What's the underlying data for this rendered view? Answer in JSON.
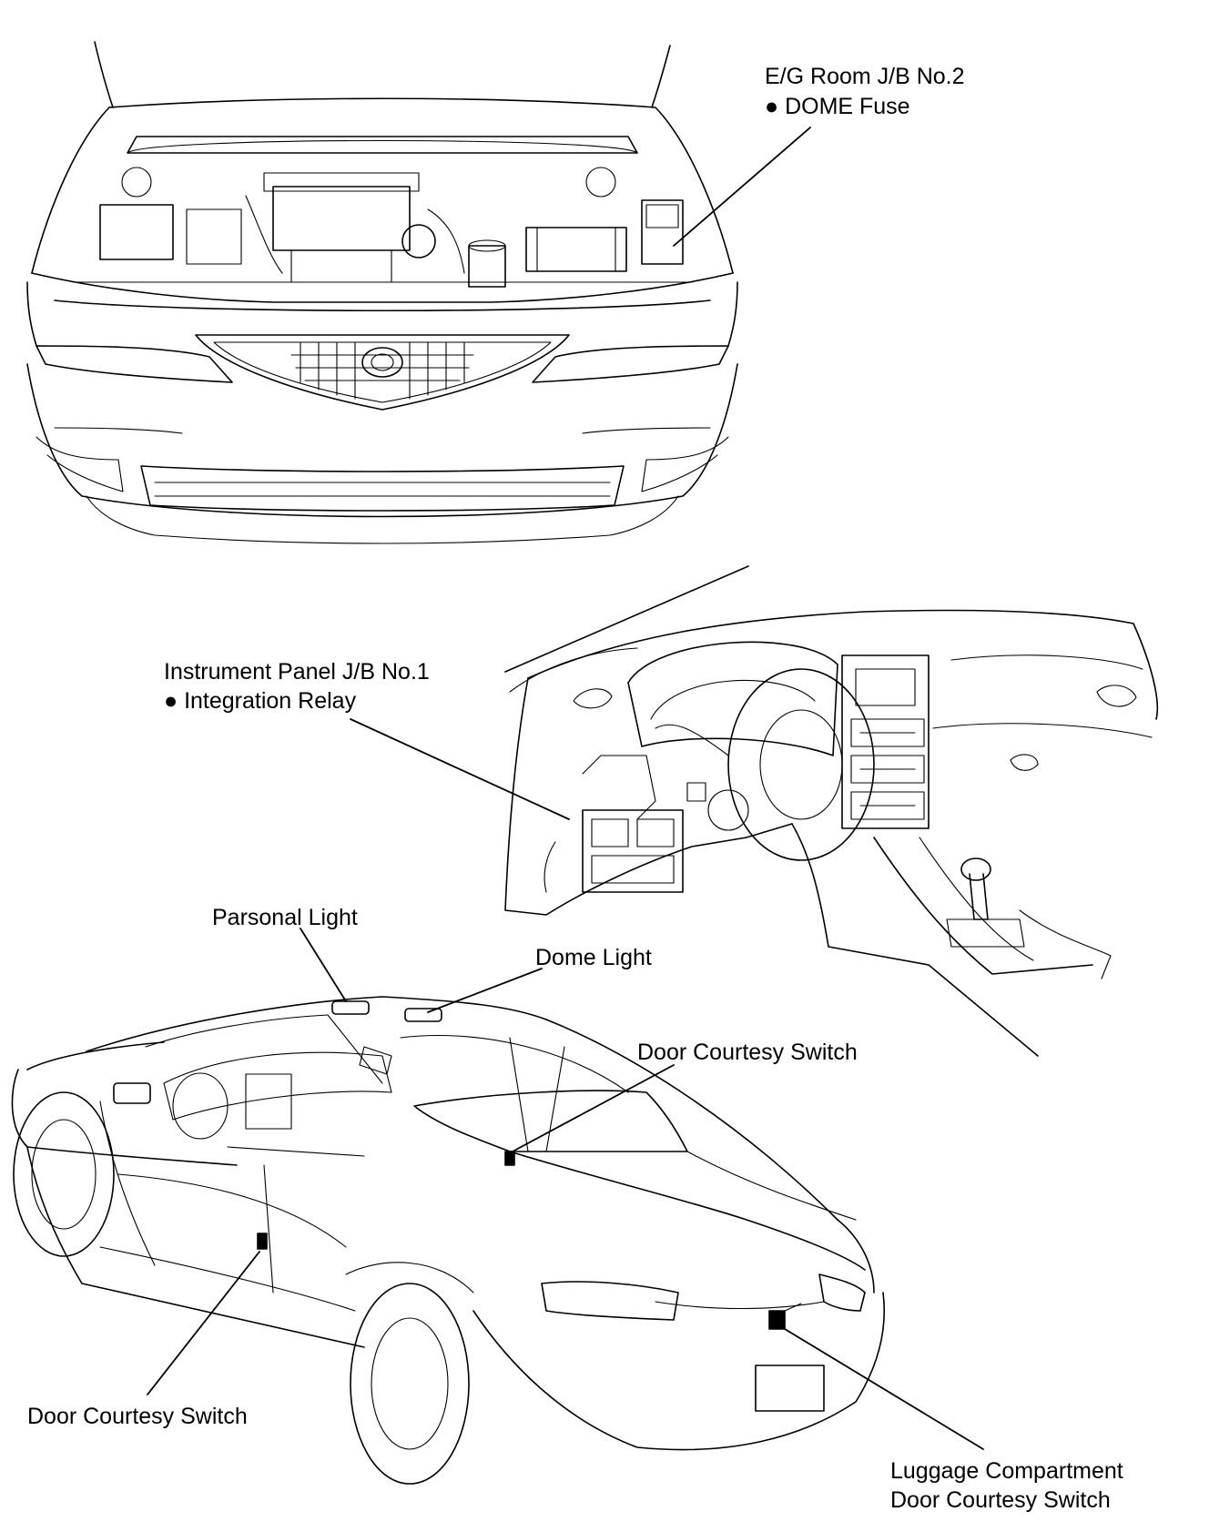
{
  "labels": {
    "eg_room_jb": "E/G Room J/B No.2",
    "dome_fuse": "DOME Fuse",
    "instrument_panel_jb": "Instrument Panel J/B No.1",
    "integration_relay": "Integration Relay",
    "personal_light": "Parsonal Light",
    "dome_light": "Dome Light",
    "door_courtesy_switch_right": "Door Courtesy Switch",
    "door_courtesy_switch_left": "Door Courtesy Switch",
    "luggage_compartment_line1": "Luggage Compartment",
    "luggage_compartment_line2": "Door Courtesy Switch"
  },
  "bullet": "●"
}
